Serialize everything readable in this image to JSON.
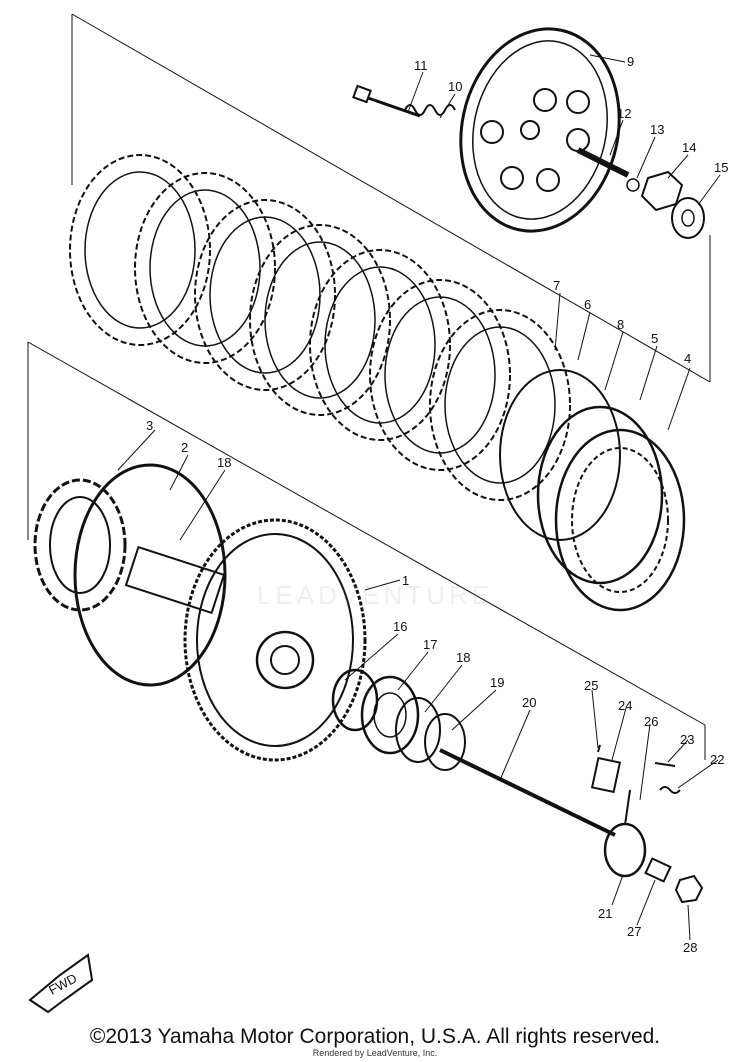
{
  "diagram": {
    "callouts": [
      {
        "id": "c1",
        "label": "1"
      },
      {
        "id": "c2",
        "label": "2"
      },
      {
        "id": "c3",
        "label": "3"
      },
      {
        "id": "c4",
        "label": "4"
      },
      {
        "id": "c5",
        "label": "5"
      },
      {
        "id": "c6",
        "label": "6"
      },
      {
        "id": "c7",
        "label": "7"
      },
      {
        "id": "c8",
        "label": "8"
      },
      {
        "id": "c9",
        "label": "9"
      },
      {
        "id": "c10",
        "label": "10"
      },
      {
        "id": "c11",
        "label": "11"
      },
      {
        "id": "c12",
        "label": "12"
      },
      {
        "id": "c13",
        "label": "13"
      },
      {
        "id": "c14",
        "label": "14"
      },
      {
        "id": "c15",
        "label": "15"
      },
      {
        "id": "c16",
        "label": "16"
      },
      {
        "id": "c17",
        "label": "17"
      },
      {
        "id": "c18a",
        "label": "18"
      },
      {
        "id": "c18b",
        "label": "18"
      },
      {
        "id": "c19",
        "label": "19"
      },
      {
        "id": "c20",
        "label": "20"
      },
      {
        "id": "c21",
        "label": "21"
      },
      {
        "id": "c22",
        "label": "22"
      },
      {
        "id": "c23",
        "label": "23"
      },
      {
        "id": "c24",
        "label": "24"
      },
      {
        "id": "c25",
        "label": "25"
      },
      {
        "id": "c26",
        "label": "26"
      },
      {
        "id": "c27",
        "label": "27"
      },
      {
        "id": "c28",
        "label": "28"
      }
    ],
    "fwd_label": "FWD",
    "watermark_text": "LEADVENTURE"
  },
  "footer": {
    "copyright": "©2013 Yamaha Motor Corporation, U.S.A. All rights reserved.",
    "rendered_by": "Rendered by LeadVenture, Inc."
  },
  "colors": {
    "ink": "#111111",
    "background": "#ffffff"
  }
}
